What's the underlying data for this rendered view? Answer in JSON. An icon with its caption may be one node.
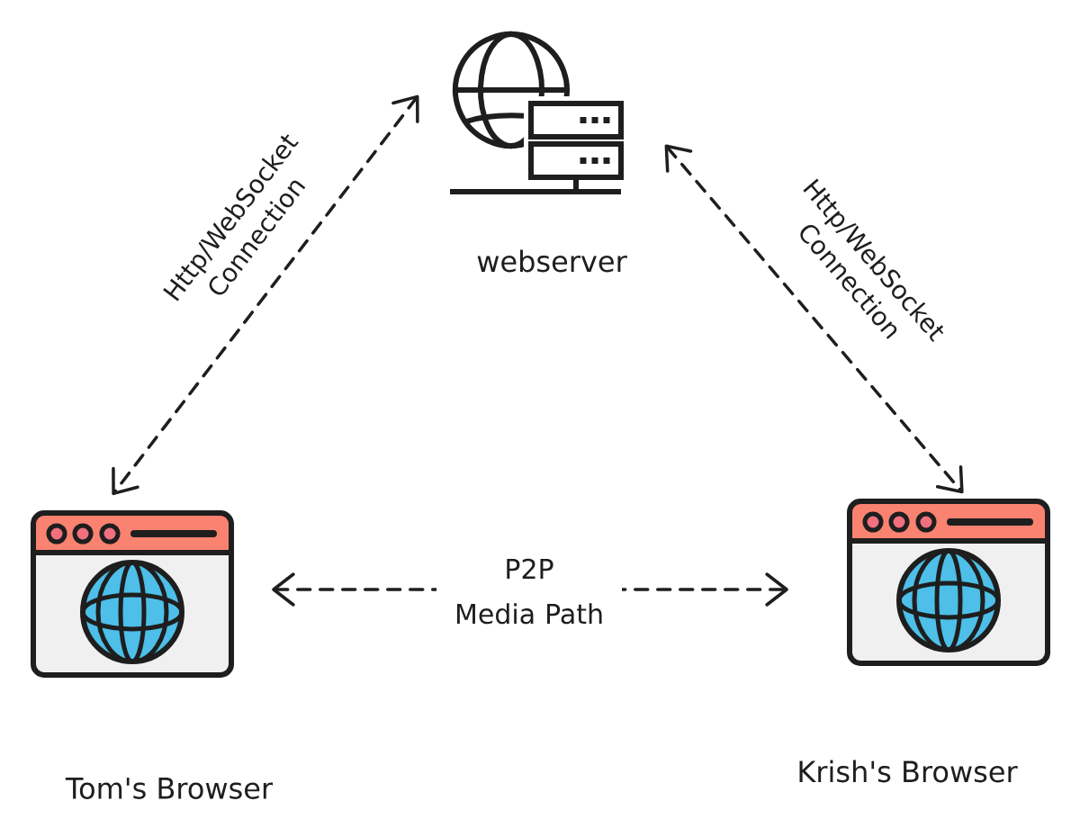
{
  "diagram": {
    "nodes": [
      {
        "text": [
          "webserver"
        ]
      },
      {
        "text": [
          "Tom's Browser"
        ]
      },
      {
        "text": [
          "Krish's Browser"
        ]
      }
    ],
    "edges": [
      {
        "from": 0,
        "to": 1,
        "arrow": "both",
        "style": "dashed",
        "label": "Http/WebSocket Connection"
      },
      {
        "from": 0,
        "to": 2,
        "arrow": "both",
        "style": "dashed",
        "label": "Http/WebSocket Connection"
      },
      {
        "from": 1,
        "to": 2,
        "arrow": "both",
        "style": "dashed",
        "label": "P2P Media Path"
      }
    ]
  }
}
